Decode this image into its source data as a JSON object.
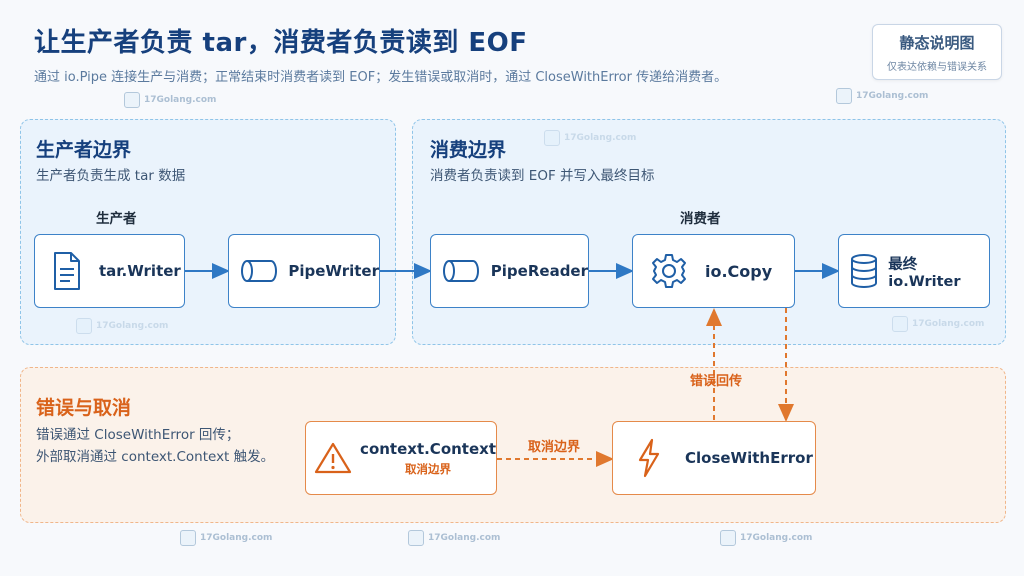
{
  "header": {
    "title": "让生产者负责 tar，消费者负责读到 EOF",
    "subtitle": "通过 io.Pipe 连接生产与消费；正常结束时消费者读到 EOF；发生错误或取消时，通过 CloseWithError 传递给消费者。"
  },
  "badge": {
    "title": "静态说明图",
    "desc": "仅表达依赖与错误关系"
  },
  "watermark": {
    "text": "17Golang.com"
  },
  "producer": {
    "title": "生产者边界",
    "desc": "生产者负责生成 tar 数据",
    "lane": "生产者",
    "nodes": {
      "tar_writer": "tar.Writer",
      "pipe_writer": "PipeWriter"
    }
  },
  "consumer": {
    "title": "消费边界",
    "desc": "消费者负责读到 EOF 并写入最终目标",
    "lane": "消费者",
    "nodes": {
      "pipe_reader": "PipeReader",
      "io_copy": "io.Copy",
      "final_writer": "最终 io.Writer"
    }
  },
  "errors": {
    "title": "错误与取消",
    "desc_line1": "错误通过 CloseWithError 回传；",
    "desc_line2": "外部取消通过 context.Context 触发。",
    "nodes": {
      "context": "context.Context",
      "context_sub": "取消边界",
      "close_with_error": "CloseWithError"
    },
    "labels": {
      "cancel_edge": "取消边界",
      "error_return": "错误回传"
    }
  },
  "colors": {
    "accent": "#2f78c4",
    "warn": "#e0782e",
    "title": "#16407d"
  }
}
